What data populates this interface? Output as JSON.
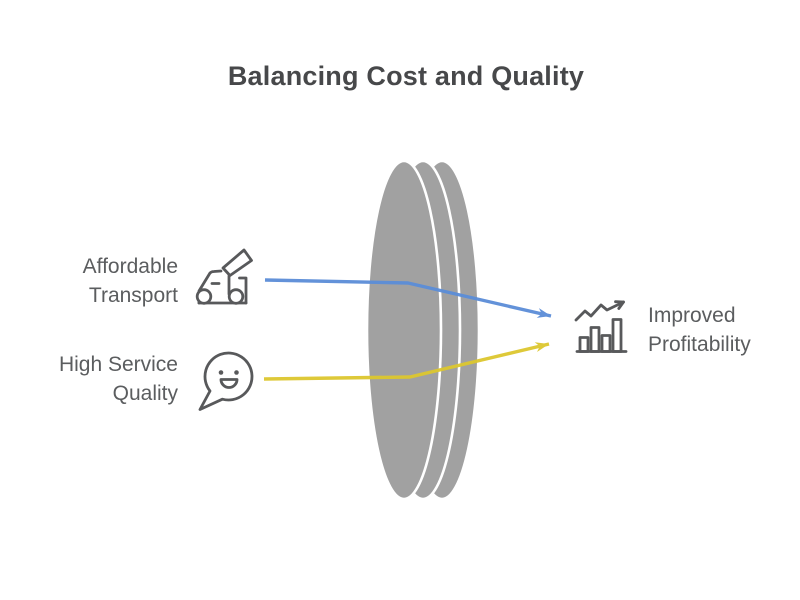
{
  "title": "Balancing Cost and Quality",
  "colors": {
    "blue_connector": "#5b8dd8",
    "yellow_connector": "#ddc72f",
    "lens_gray": "#a1a1a1",
    "icon_stroke": "#58595b"
  },
  "inputs": [
    {
      "id": "affordable-transport",
      "lines": [
        "Affordable",
        "Transport"
      ],
      "icon": "truck-megaphone-icon",
      "connector": "blue"
    },
    {
      "id": "high-service-quality",
      "lines": [
        "High Service",
        "Quality"
      ],
      "icon": "smiley-speech-bubble-icon",
      "connector": "yellow"
    }
  ],
  "output": {
    "id": "improved-profitability",
    "lines": [
      "Improved",
      "Profitability"
    ],
    "icon": "growth-bar-chart-icon"
  }
}
